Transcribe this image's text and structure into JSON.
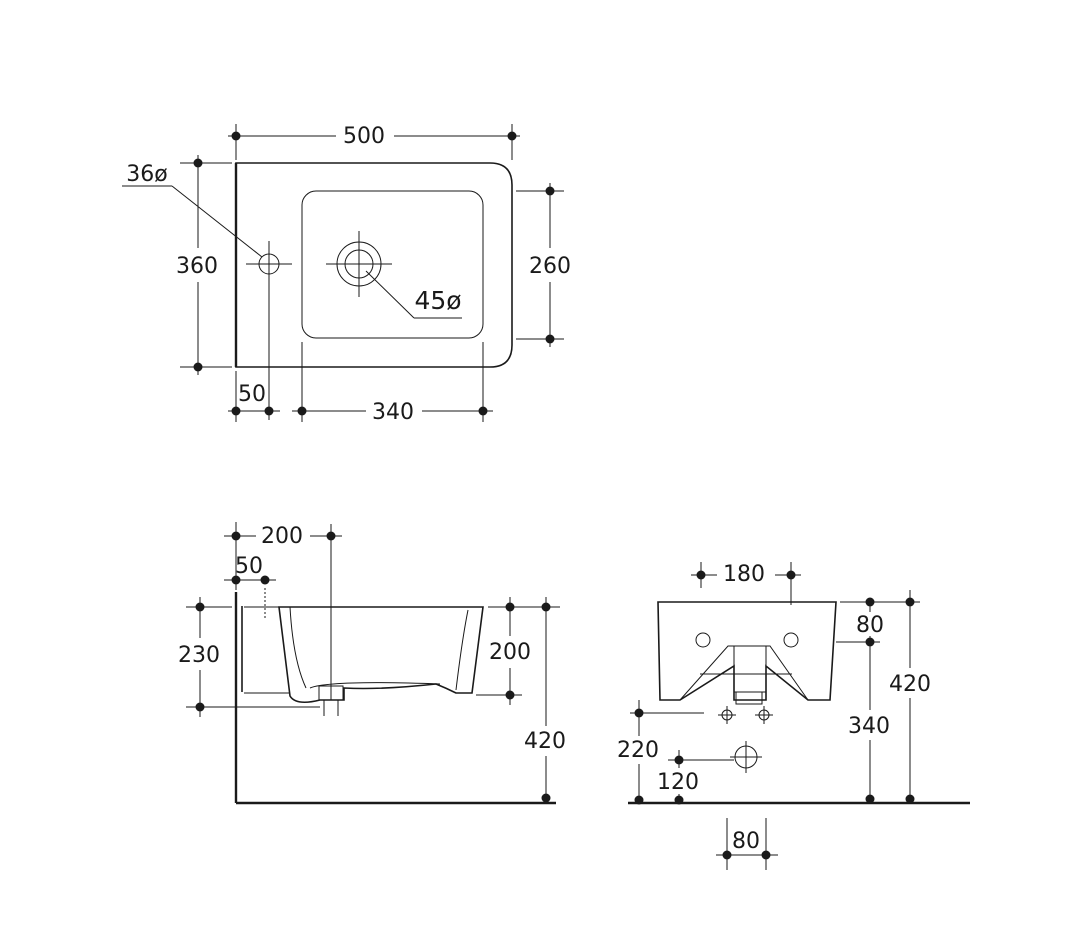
{
  "top_view": {
    "width": "500",
    "depth": "360",
    "tap_hole": "36ø",
    "drain": "45ø",
    "bowl_depth": "260",
    "tap_offset": "50",
    "bowl_width": "340"
  },
  "side_view": {
    "bowl_offset": "200",
    "wall_offset": "50",
    "trap_height": "230",
    "bowl_height": "200",
    "rim_height": "420"
  },
  "front_view": {
    "fixing_spacing": "180",
    "rim_thickness": "80",
    "rim_height": "420",
    "fixing_height": "340",
    "supply_height": "220",
    "drain_offset": "120",
    "drain_spacing": "80"
  }
}
